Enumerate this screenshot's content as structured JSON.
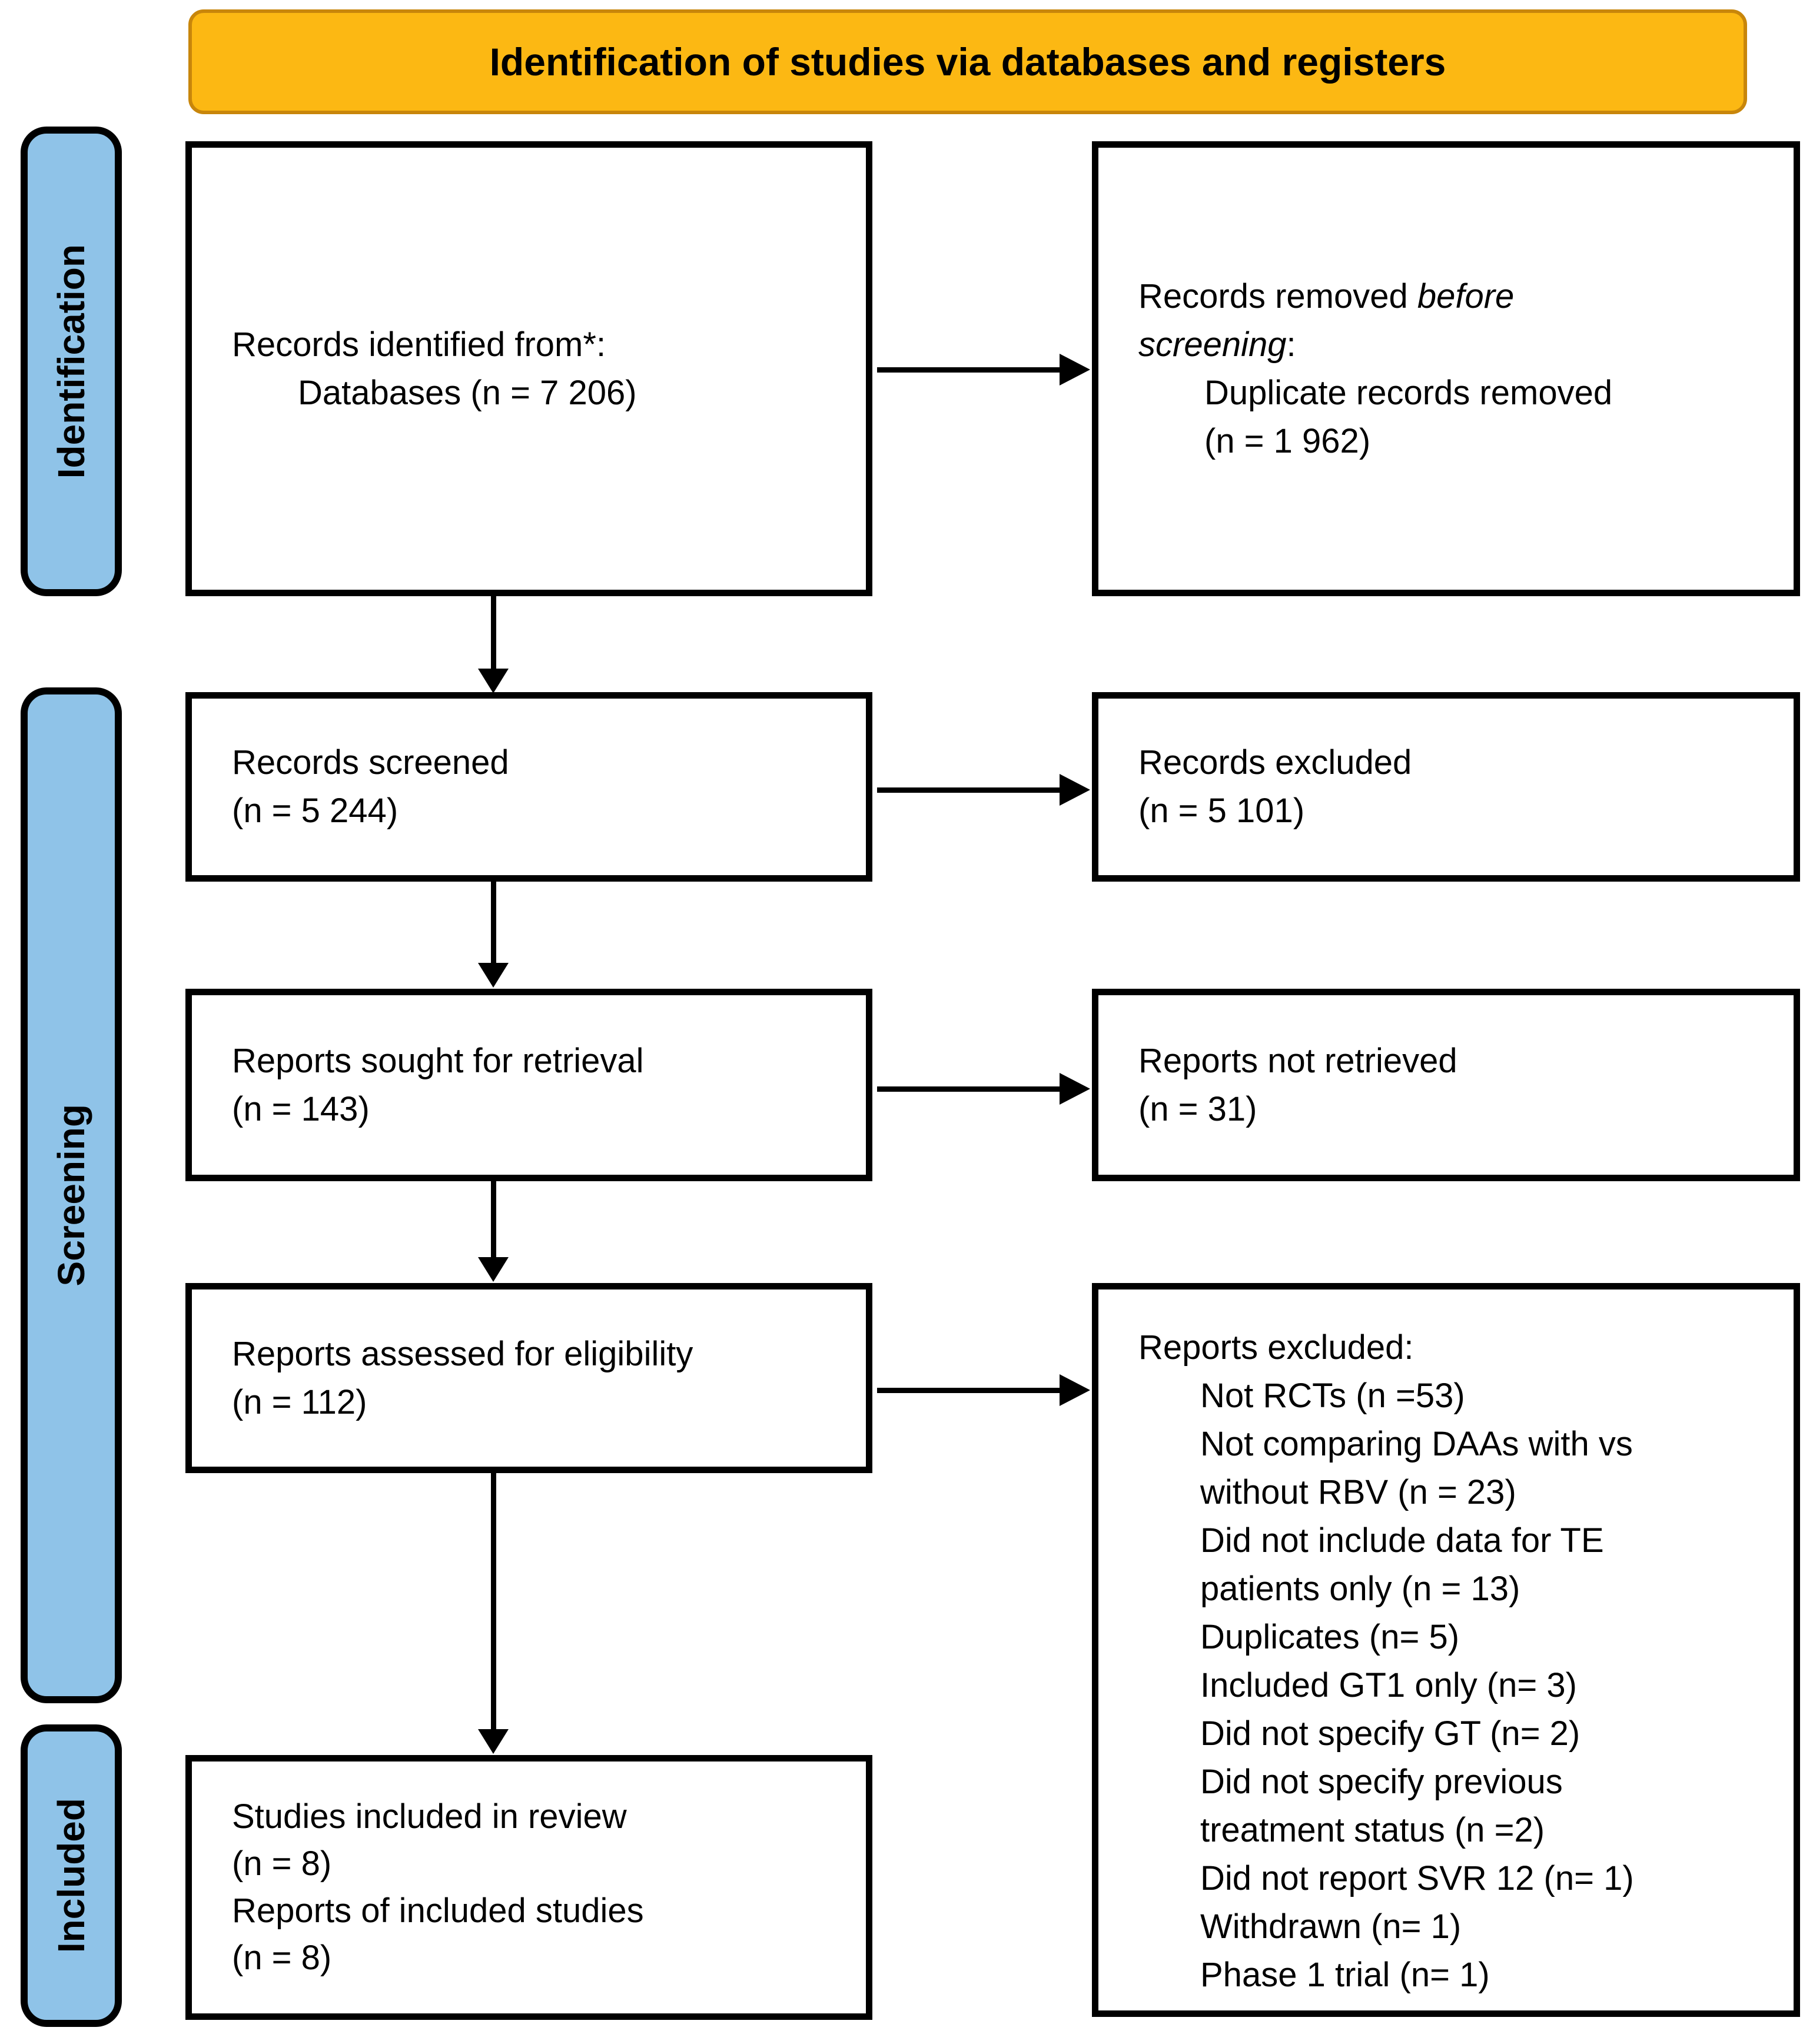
{
  "banner": {
    "label": "Identification of studies via databases and registers"
  },
  "colors": {
    "banner_bg": "#FCB813",
    "banner_border": "#C8860B",
    "stage_bg": "#8FC3E8",
    "box_border": "#000000",
    "text": "#000000"
  },
  "stages": {
    "identification": "Identification",
    "screening": "Screening",
    "included": "Included"
  },
  "left_boxes": {
    "records_identified": {
      "line1": "Records identified from*:",
      "line2": "Databases (n = 7 206)"
    },
    "records_screened": {
      "line1": "Records screened",
      "line2": "(n = 5 244)"
    },
    "reports_sought": {
      "line1": "Reports sought for retrieval",
      "line2": "(n = 143)"
    },
    "reports_assessed": {
      "line1": "Reports assessed for eligibility",
      "line2": "(n = 112)"
    },
    "studies_included": {
      "line1": "Studies included in review",
      "line2": "(n = 8)",
      "line3": "Reports of included studies",
      "line4": "(n = 8)"
    }
  },
  "right_boxes": {
    "records_removed": {
      "line1_normal": "Records removed ",
      "line1_italic": "before",
      "line2_italic": "screening",
      "line2_normal": ":",
      "line3": "Duplicate records removed",
      "line4": "(n = 1 962)"
    },
    "records_excluded": {
      "line1": "Records excluded",
      "line2": "(n = 5 101)"
    },
    "reports_not_retrieved": {
      "line1": "Reports not retrieved",
      "line2": "(n = 31)"
    },
    "reports_excluded": {
      "title": "Reports excluded:",
      "items": [
        "Not RCTs (n =53)",
        "Not comparing DAAs with vs",
        "without RBV (n = 23)",
        "Did not include data for TE",
        "patients only (n = 13)",
        "Duplicates (n= 5)",
        "Included GT1 only (n= 3)",
        "Did not specify GT (n= 2)",
        "Did not specify previous",
        "treatment status (n =2)",
        "Did not report SVR 12 (n= 1)",
        "Withdrawn (n= 1)",
        "Phase 1 trial (n= 1)"
      ]
    }
  }
}
